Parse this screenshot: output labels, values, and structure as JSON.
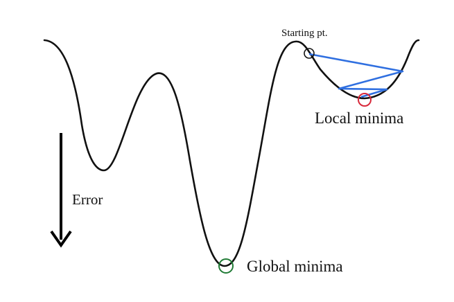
{
  "labels": {
    "start": "Starting pt.",
    "local": "Local minima",
    "global": "Global minima",
    "error": "Error"
  },
  "colors": {
    "curve": "#111111",
    "descent_path": "#2f6fe0",
    "start_marker": "#111111",
    "local_marker": "#d8283a",
    "global_marker": "#1f7a34",
    "arrow": "#000000"
  }
}
